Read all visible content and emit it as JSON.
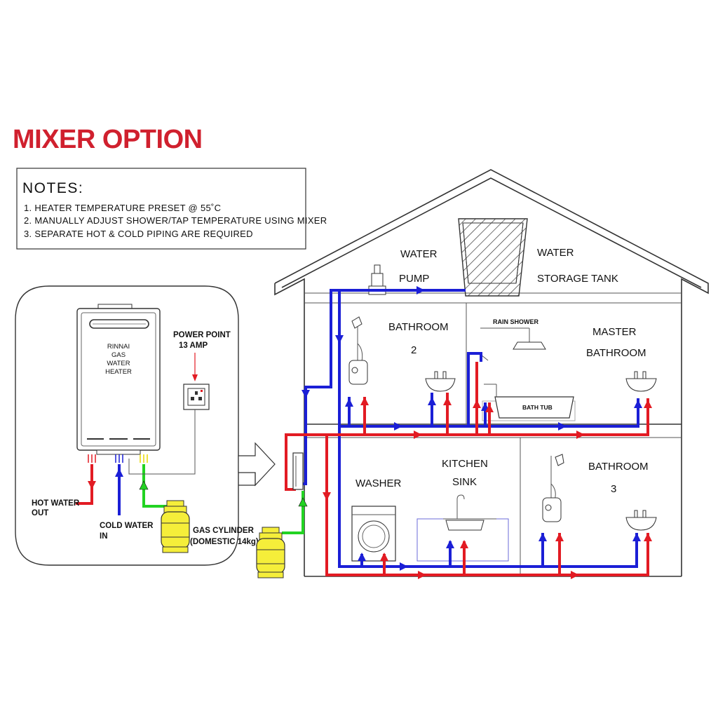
{
  "title": "MIXER OPTION",
  "notes": {
    "heading": "NOTES:",
    "items": [
      "1. HEATER TEMPERATURE PRESET @ 55˚C",
      "2. MANUALLY ADJUST SHOWER/TAP TEMPERATURE USING MIXER",
      "3. SEPARATE HOT & COLD PIPING ARE REQUIRED"
    ]
  },
  "heater": {
    "brand": "RINNAI",
    "line2": "GAS",
    "line3": "WATER",
    "line4": "HEATER"
  },
  "labels": {
    "power_point_1": "POWER POINT",
    "power_point_2": "13 AMP",
    "hot_water_1": "HOT WATER",
    "hot_water_2": "OUT",
    "cold_water_1": "COLD WATER",
    "cold_water_2": "IN",
    "gas_cyl_1": "GAS CYLINDER",
    "gas_cyl_2": "(DOMESTIC 14kg)",
    "water_pump_1": "WATER",
    "water_pump_2": "PUMP",
    "storage_1": "WATER",
    "storage_2": "STORAGE TANK",
    "bathroom2_1": "BATHROOM",
    "bathroom2_2": "2",
    "rain_shower": "RAIN SHOWER",
    "master_1": "MASTER",
    "master_2": "BATHROOM",
    "bath_tub": "BATH TUB",
    "washer": "WASHER",
    "kitchen_1": "KITCHEN",
    "kitchen_2": "SINK",
    "bathroom3_1": "BATHROOM",
    "bathroom3_2": "3"
  },
  "colors": {
    "title": "#d0202e",
    "hot_pipe": "#e21b23",
    "cold_pipe": "#1b1fd6",
    "gas_pipe": "#22d322",
    "gas_cylinder": "#f5ee3a"
  }
}
